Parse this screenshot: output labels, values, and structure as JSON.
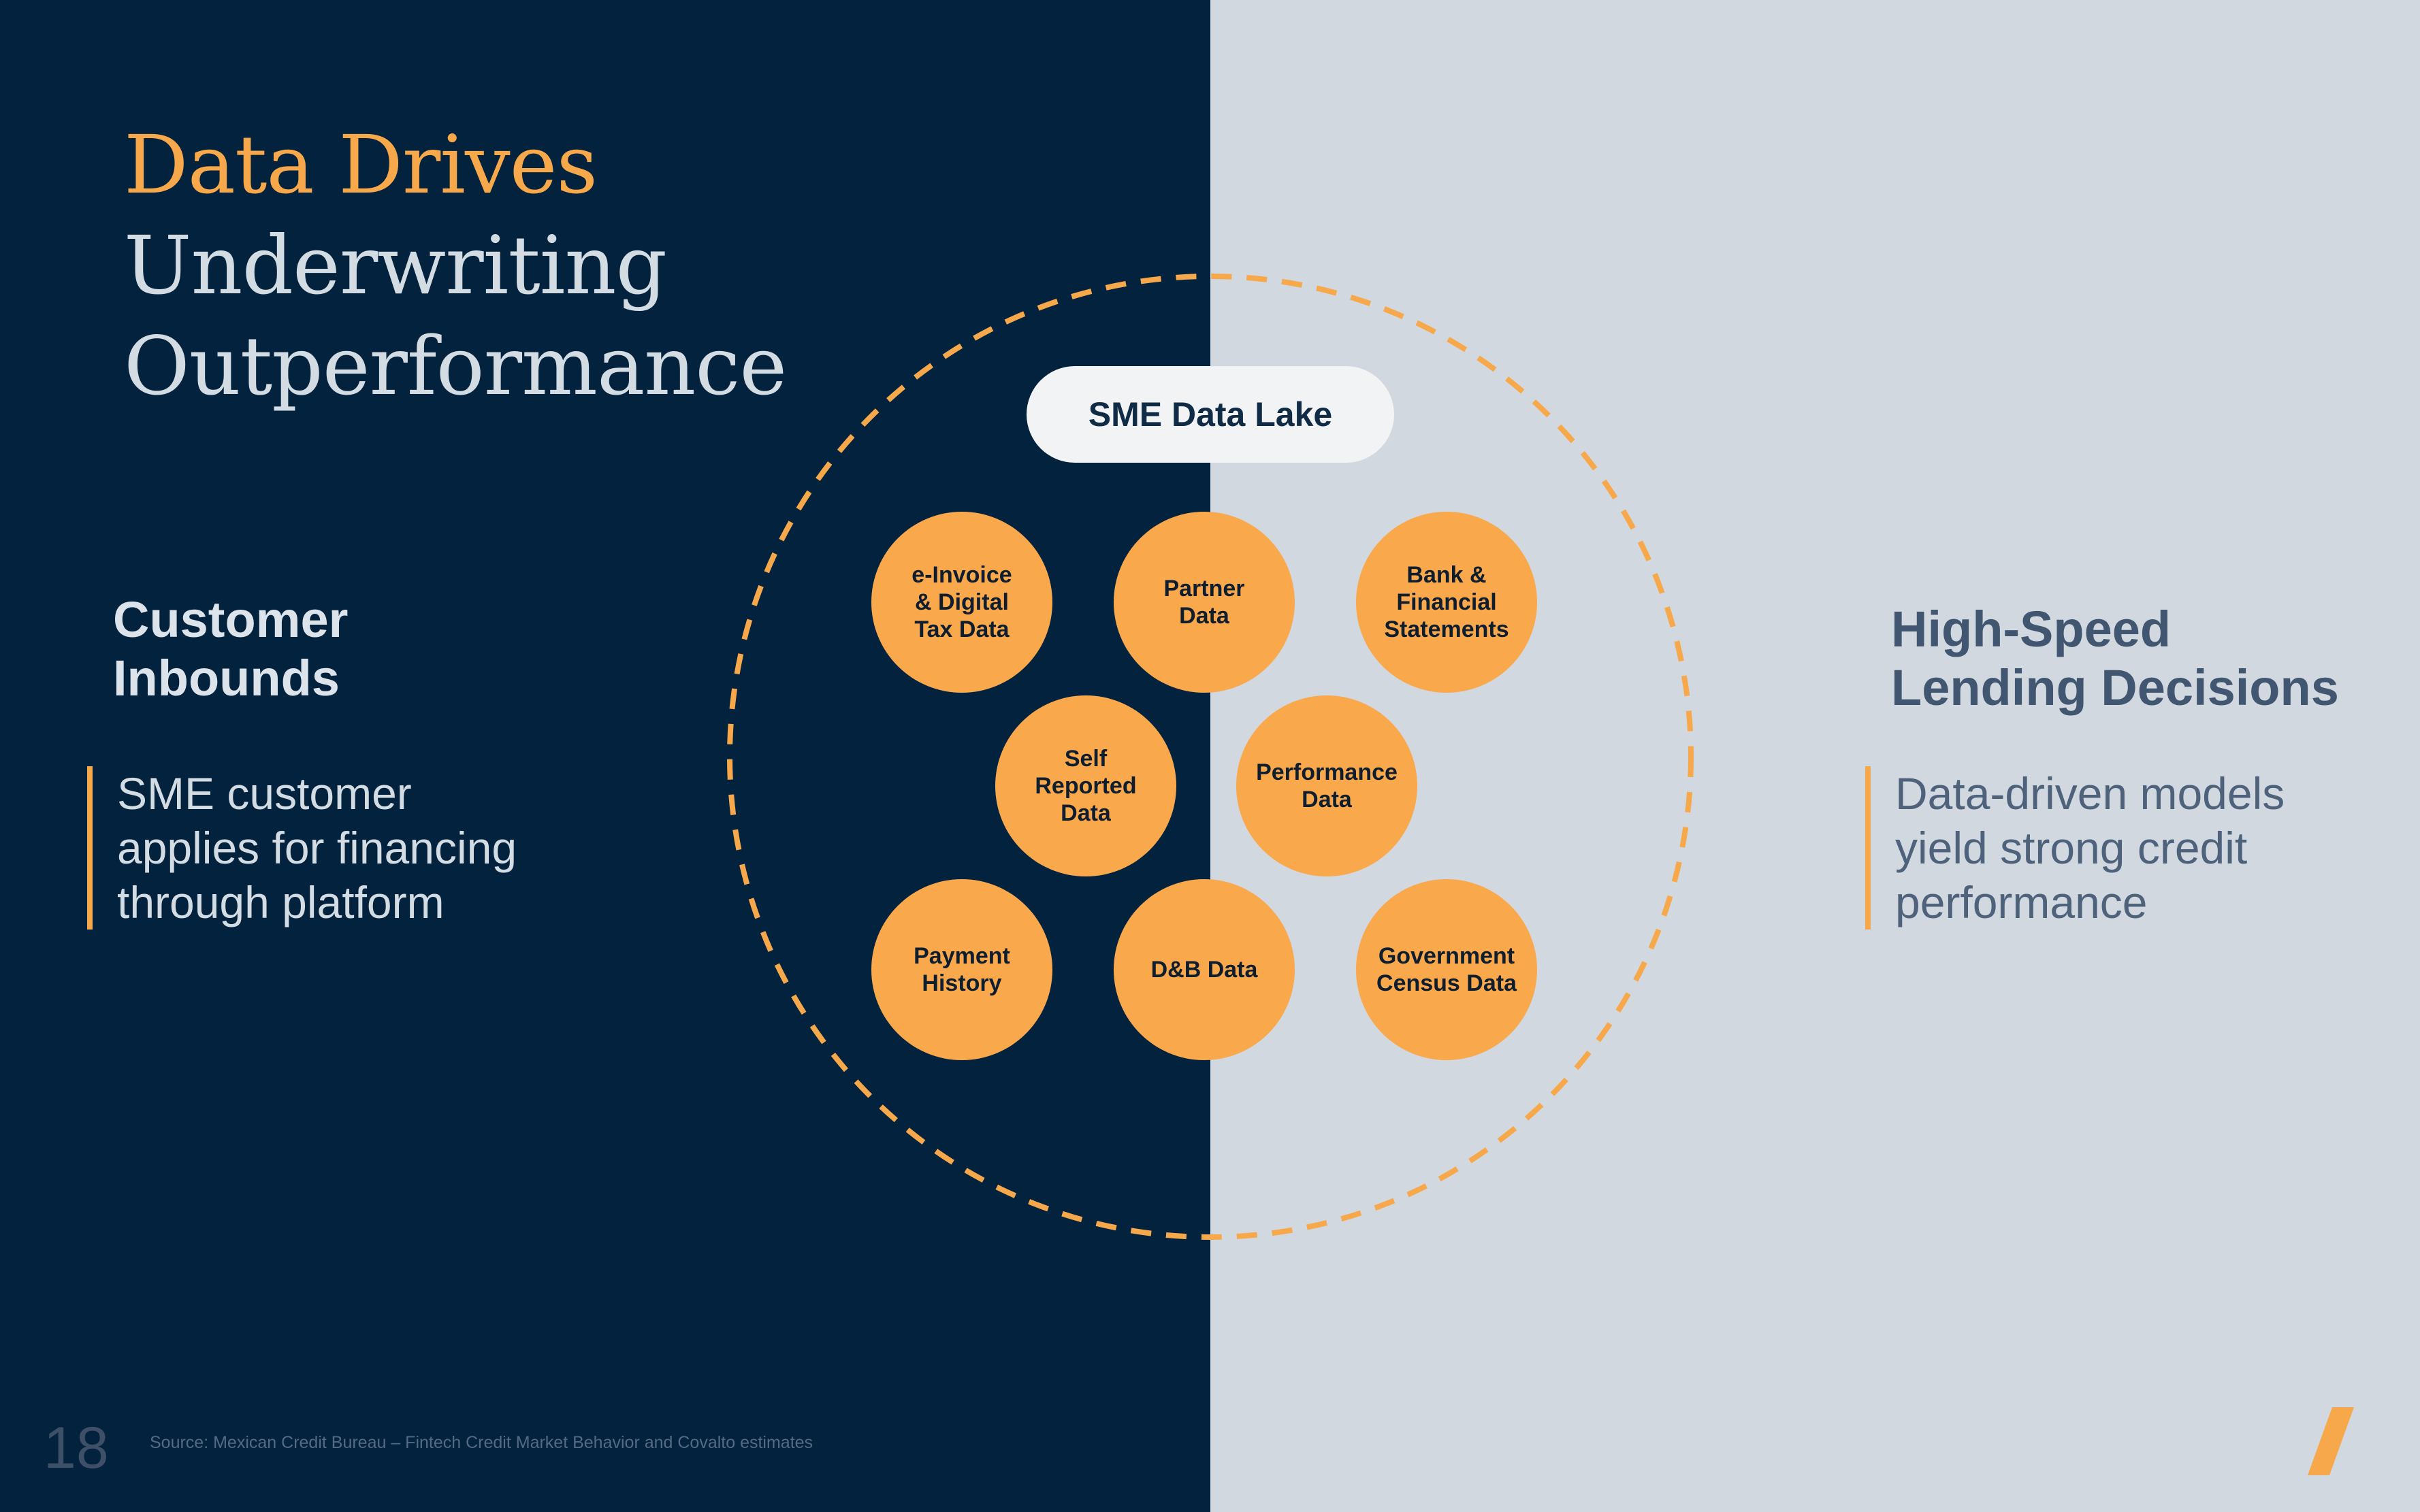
{
  "title": {
    "line1": "Data Drives",
    "line2": "Underwriting",
    "line3": "Outperformance"
  },
  "left": {
    "heading": [
      "Customer",
      "Inbounds"
    ],
    "description": [
      "SME customer",
      "applies for financing",
      "through platform"
    ]
  },
  "right": {
    "heading": [
      "High-Speed",
      "Lending Decisions"
    ],
    "description": [
      "Data-driven models",
      "yield strong credit",
      "performance"
    ]
  },
  "center": {
    "label": "SME Data Lake",
    "nodes": [
      "e-Invoice\n& Digital\nTax Data",
      "Partner\nData",
      "Bank &\nFinancial\nStatements",
      "Self\nReported\nData",
      "Performance\nData",
      "Payment\nHistory",
      "D&B Data",
      "Government\nCensus Data"
    ]
  },
  "footer": {
    "page_number": "18",
    "source": "Source: Mexican Credit Bureau – Fintech Credit Market Behavior and Covalto estimates"
  },
  "colors": {
    "navy": "#02223d",
    "light_gray": "#d2d8df",
    "orange": "#f7a84a"
  }
}
